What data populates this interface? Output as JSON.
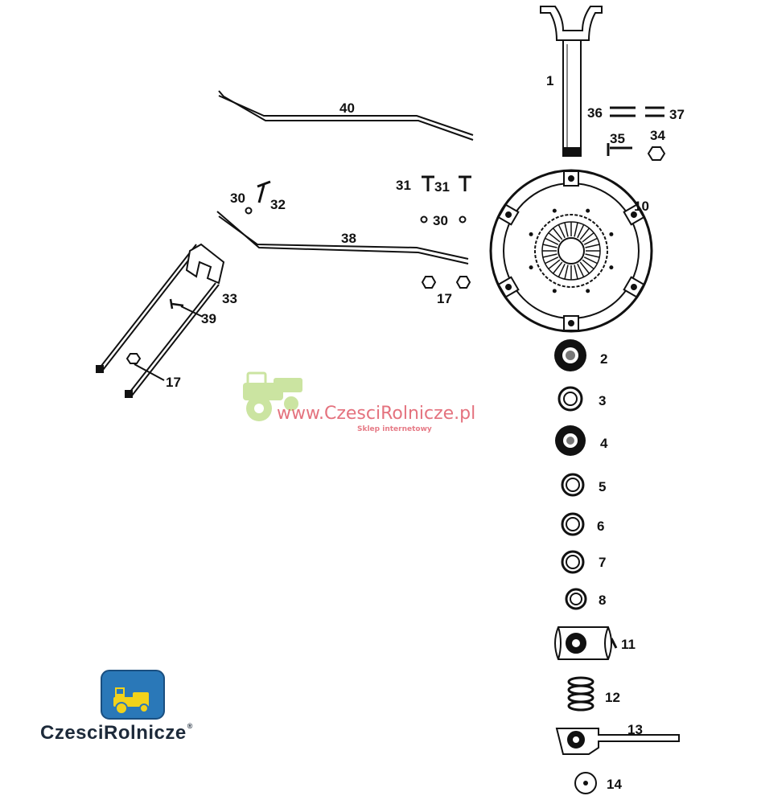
{
  "labels": {
    "p1": "1",
    "p2": "2",
    "p3": "3",
    "p4": "4",
    "p5": "5",
    "p6": "6",
    "p7": "7",
    "p8": "8",
    "p10": "10",
    "p11": "11",
    "p12": "12",
    "p13": "13",
    "p14": "14",
    "p17a": "17",
    "p17b": "17",
    "p30a": "30",
    "p30b": "30",
    "p31a": "31",
    "p31b": "31",
    "p32": "32",
    "p33": "33",
    "p34": "34",
    "p35": "35",
    "p36": "36",
    "p37": "37",
    "p38": "38",
    "p39": "39",
    "p40": "40"
  },
  "watermark": {
    "url": "www.CzesciRolnicze.pl",
    "subtitle": "Sklep internetowy"
  },
  "logo": {
    "name": "CzesciRolnicze",
    "mark": "®"
  },
  "colors": {
    "ink": "#111111",
    "watermark_red": "#e05a68",
    "watermark_green": "#b6d97a",
    "logo_blue": "#2a78b8",
    "logo_yellow": "#f2d21a"
  }
}
